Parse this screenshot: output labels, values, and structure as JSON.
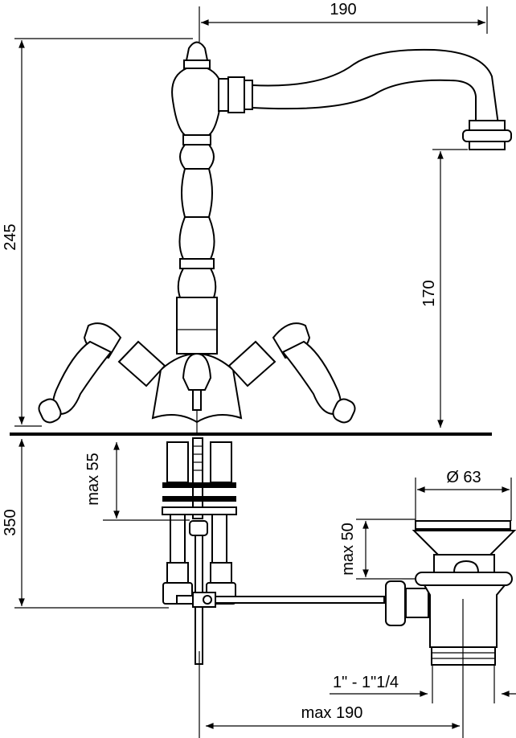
{
  "drawing": {
    "dimensions": {
      "spout_reach": "190",
      "total_height": "245",
      "spout_height": "170",
      "max_deck_thickness": "max 55",
      "below_deck_length": "350",
      "waste_diameter": "Ø 63",
      "max_basin_thickness": "max 50",
      "waste_thread": "1\" - 1\"1/4",
      "max_rod_distance": "max 190"
    },
    "colors": {
      "line": "#000000",
      "background": "#ffffff"
    }
  }
}
